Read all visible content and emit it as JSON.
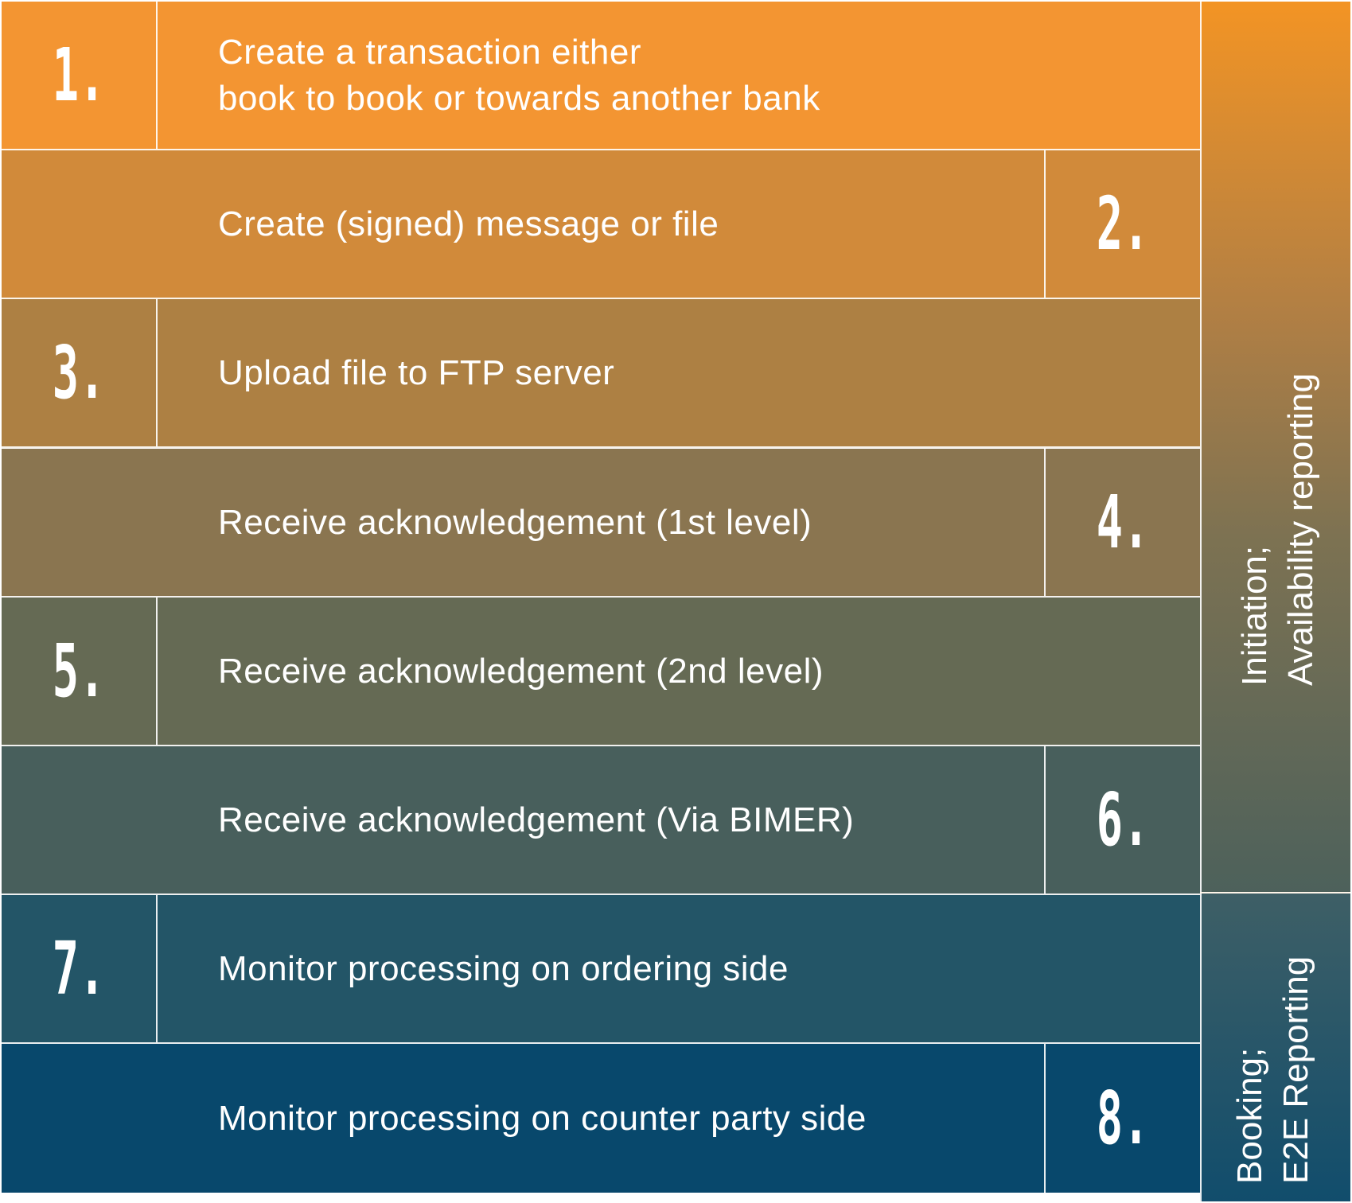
{
  "steps": [
    {
      "number": "1.",
      "text": "Create a transaction either\nbook to book or towards another bank"
    },
    {
      "number": "2.",
      "text": "Create (signed) message or file"
    },
    {
      "number": "3.",
      "text": "Upload file to FTP server"
    },
    {
      "number": "4.",
      "text": "Receive acknowledgement (1st level)"
    },
    {
      "number": "5.",
      "text": "Receive acknowledgement (2nd level)"
    },
    {
      "number": "6.",
      "text": "Receive acknowledgement (Via BIMER)"
    },
    {
      "number": "7.",
      "text": "Monitor processing on ordering side"
    },
    {
      "number": "8.",
      "text": "Monitor processing on counter party side"
    }
  ],
  "phases": {
    "initiation": {
      "line1": "Initiation;",
      "line2": "Availability reporting"
    },
    "booking": {
      "line1": "Booking;",
      "line2": "E2E Reporting"
    }
  },
  "colors": {
    "step1": "#f39532",
    "step2": "#d18a3a",
    "step3": "#ad8043",
    "step4": "#8a7550",
    "step5": "#656a54",
    "step6": "#485f5c",
    "step7": "#235567",
    "step8": "#08486c"
  }
}
